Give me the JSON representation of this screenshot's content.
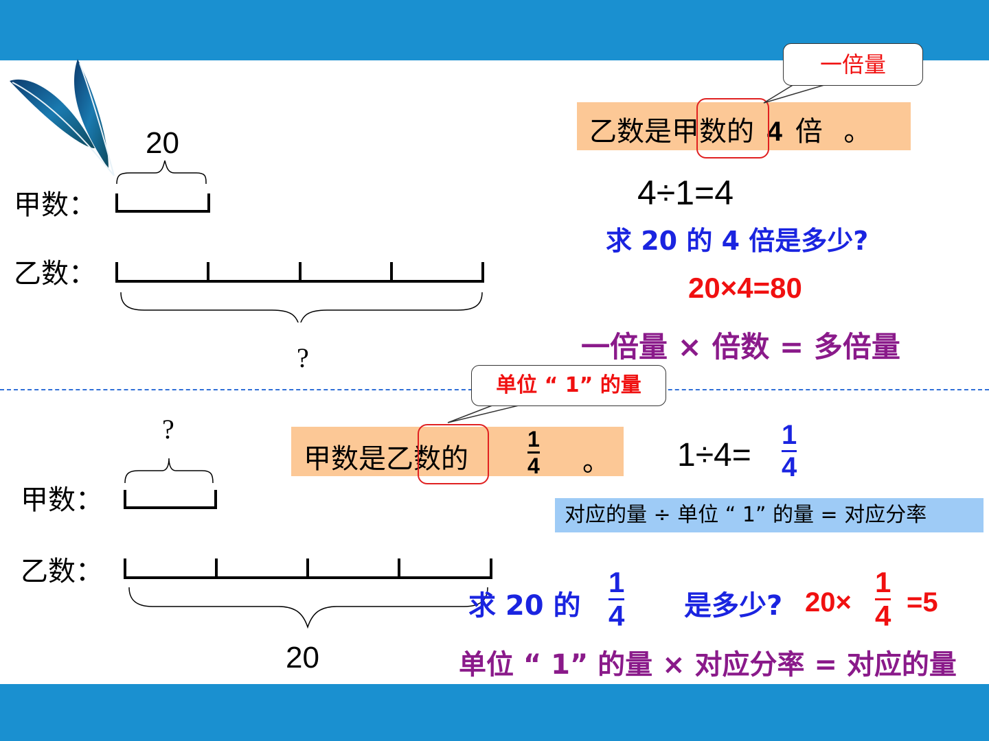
{
  "top": {
    "jia_label": "甲数：",
    "yi_label": "乙数：",
    "jia_value": "20",
    "yi_value": "?",
    "sentence_a": "乙数是甲数的",
    "sentence_b": "4",
    "sentence_c": "倍",
    "sentence_d": "。",
    "callout": "一倍量",
    "division": "4÷1=4",
    "question": "求 20 的 4 倍是多少?",
    "multiply": "20×4=80",
    "rule": "一倍量 × 倍数 = 多倍量"
  },
  "bottom": {
    "jia_label": "甲数：",
    "yi_label": "乙数：",
    "jia_value": "?",
    "yi_value": "20",
    "sentence_a": "甲数是乙数的",
    "sentence_end": "。",
    "frac_num": "1",
    "frac_den": "4",
    "callout": "单位 “ 1” 的量",
    "division_prefix": "1÷4=",
    "div_num": "1",
    "div_den": "4",
    "formula": "对应的量 ÷ 单位 “ 1” 的量 = 对应分率",
    "question_a": "求 20 的",
    "q_num": "1",
    "q_den": "4",
    "question_b": "是多少?",
    "calc_a": "20×",
    "calc_num": "1",
    "calc_den": "4",
    "calc_b": "=5",
    "rule": "单位 “ 1” 的量 × 对应分率 = 对应的量"
  },
  "colors": {
    "header_bar": "#1a90d0",
    "highlight": "#fcc896",
    "formula_box": "#9ecbf6",
    "blue_text": "#1a24e0",
    "red_text": "#f01010",
    "purple_text": "#8a1a8a",
    "divider": "#2f6fd8"
  },
  "icons": [
    "feather-icon"
  ]
}
